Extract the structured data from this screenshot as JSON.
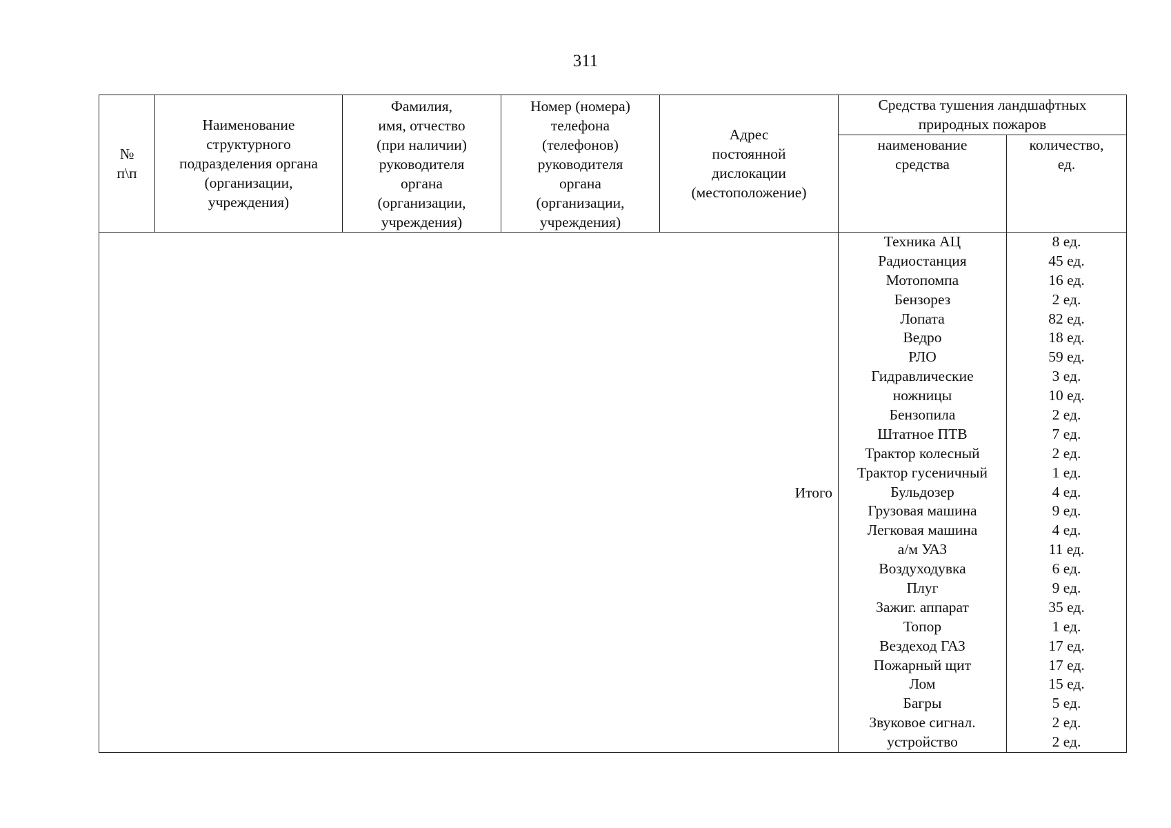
{
  "page_number": "311",
  "header": {
    "col_num": "№ п\\п",
    "col_name": "Наименование структурного подразделения органа (организации, учреждения)",
    "col_fio": "Фамилия, имя, отчество (при наличии) руководителя органа (организации, учреждения)",
    "col_phone": "Номер (номера) телефона (телефонов) руководителя органа (организации, учреждения)",
    "col_address": "Адрес постоянной дислокации (местоположение)",
    "group_title": "Средства тушения ландшафтных природных пожаров",
    "sub_name": "наименование средства",
    "sub_qty": "количество, ед."
  },
  "header_lines": {
    "col_num": [
      "№",
      "п\\п"
    ],
    "col_name": [
      "Наименование",
      "структурного",
      "подразделения органа",
      "(организации,",
      "учреждения)"
    ],
    "col_fio": [
      "Фамилия,",
      "имя, отчество",
      "(при наличии)",
      "руководителя",
      "органа",
      "(организации,",
      "учреждения)"
    ],
    "col_phone": [
      "Номер (номера)",
      "телефона",
      "(телефонов)",
      "руководителя",
      "органа",
      "(организации,",
      "учреждения)"
    ],
    "col_address": [
      "Адрес",
      "постоянной",
      "дислокации",
      "(местоположение)"
    ],
    "group_title": [
      "Средства тушения ландшафтных",
      "природных пожаров"
    ],
    "sub_name": [
      "наименование",
      "средства"
    ],
    "sub_qty": [
      "количество,",
      "ед."
    ]
  },
  "total_label": "Итого",
  "equipment": [
    {
      "name": "Техника АЦ",
      "qty": "8 ед."
    },
    {
      "name": "Радиостанция",
      "qty": "45 ед."
    },
    {
      "name": "Мотопомпа",
      "qty": "16 ед."
    },
    {
      "name": "Бензорез",
      "qty": "2 ед."
    },
    {
      "name": "Лопата",
      "qty": "82 ед."
    },
    {
      "name": "Ведро",
      "qty": "18 ед."
    },
    {
      "name": "РЛО",
      "qty": "59 ед."
    },
    {
      "name": "Гидравлические",
      "qty": "3 ед."
    },
    {
      "name": "ножницы",
      "qty": "10 ед."
    },
    {
      "name": "Бензопила",
      "qty": "2 ед."
    },
    {
      "name": "Штатное ПТВ",
      "qty": "7 ед."
    },
    {
      "name": "Трактор колесный",
      "qty": "2 ед."
    },
    {
      "name": "Трактор гусеничный",
      "qty": "1 ед."
    },
    {
      "name": "Бульдозер",
      "qty": "4 ед."
    },
    {
      "name": "Грузовая машина",
      "qty": "9 ед."
    },
    {
      "name": "Легковая машина",
      "qty": "4 ед."
    },
    {
      "name": "а/м УАЗ",
      "qty": "11 ед."
    },
    {
      "name": "Воздуходувка",
      "qty": "6 ед."
    },
    {
      "name": "Плуг",
      "qty": "9 ед."
    },
    {
      "name": "Зажиг. аппарат",
      "qty": "35 ед."
    },
    {
      "name": "Топор",
      "qty": "1 ед."
    },
    {
      "name": "Вездеход ГАЗ",
      "qty": "17 ед."
    },
    {
      "name": "Пожарный щит",
      "qty": "17 ед."
    },
    {
      "name": "Лом",
      "qty": "15 ед."
    },
    {
      "name": "Багры",
      "qty": "5 ед."
    },
    {
      "name": "Звуковое сигнал.",
      "qty": "2 ед."
    },
    {
      "name": "устройство",
      "qty": "2 ед."
    }
  ]
}
